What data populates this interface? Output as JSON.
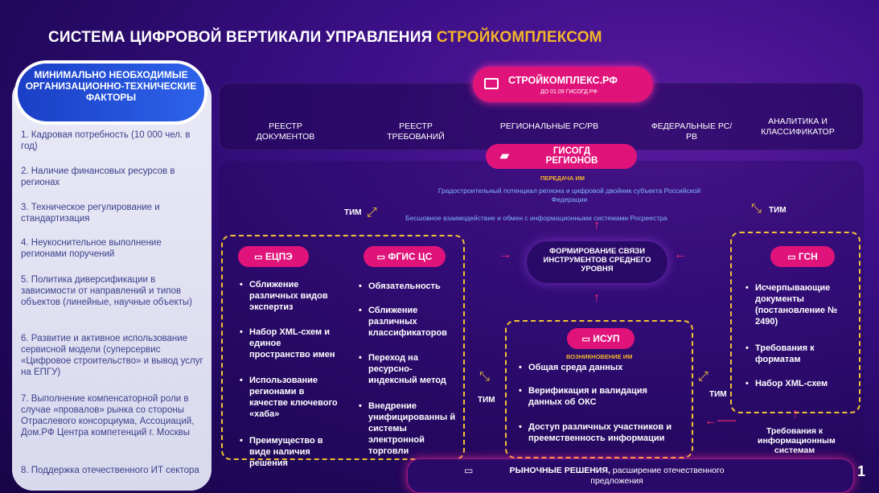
{
  "title": {
    "main": "СИСТЕМА ЦИФРОВОЙ ВЕРТИКАЛИ УПРАВЛЕНИЯ",
    "accent": "СТРОЙКОМПЛЕКСОМ"
  },
  "left": {
    "header": "МИНИМАЛЬНО НЕОБХОДИМЫЕ ОРГАНИЗАЦИОННО-ТЕХНИЧЕСКИЕ ФАКТОРЫ",
    "items": [
      "1. Кадровая потребность (10 000 чел. в год)",
      "2. Наличие финансовых ресурсов в регионах",
      "3. Техническое регулирование и стандартизация",
      "4. Неукоснительное выполнение регионами поручений",
      "5. Политика диверсификации в зависимости  от направлений и типов объектов (линейные, научные объекты)",
      "6. Развитие и активное использование сервисной модели (суперсервис «Цифровое строительство» и вывод услуг на ЕПГУ)",
      "7. Выполнение компенсаторной роли в случае «провалов» рынка  со стороны Отраслевого консорциума, Ассоциаций, Дом.РФ Центра компетенций г. Москвы",
      "8. Поддержка отечественного ИТ сектора"
    ]
  },
  "stroy": {
    "title": "СТРОЙКОМПЛЕКС.РФ",
    "sub": "ДО 01.09 ГИСОГД РФ"
  },
  "toprow": [
    "РЕЕСТР ДОКУМЕНТОВ",
    "РЕЕСТР ТРЕБОВАНИЙ",
    "РЕГИОНАЛЬНЫЕ РС/РВ",
    "ФЕДЕРАЛЬНЫЕ РС/РВ",
    "АНАЛИТИКА И КЛАССИФИКАТОР"
  ],
  "gisogd": "ГИСОГД РЕГИОНОВ",
  "transfer": {
    "label": "ПЕРЕДАЧА ИМ",
    "b1": "Градостроительный потенциал региона и цифровой двойник субъекта Российской Федерации",
    "b2": "Бесшовное взаимодействие и обмен с информационными системами Росреестра"
  },
  "center": "ФОРМИРОВАНИЕ СВЯЗИ ИНСТРУМЕНТОВ СРЕДНЕГО УРОВНЯ",
  "tim": "ТИМ",
  "ecpe": {
    "name": "ЕЦПЭ",
    "items": [
      "Сближение различных видов экспертиз",
      "Набор XML-схем и единое пространство имен",
      "Использование регионами в качестве ключевого «хаба»",
      "Преимущество в виде наличия решения"
    ]
  },
  "fgis": {
    "name": "ФГИС ЦС",
    "items": [
      "Обязательность",
      "Сближение различных классификаторов",
      "Переход на ресурсно-индексный метод",
      "Внедрение унифицированны й системы электронной торговли"
    ]
  },
  "isup": {
    "name": "ИСУП",
    "label": "ВОЗНИКНОВЕНИЕ ИМ",
    "items": [
      "Общая среда данных",
      "Верификация и валидация данных об ОКС",
      "Доступ различных участников и преемственность информации"
    ]
  },
  "gsn": {
    "name": "ГСН",
    "items": [
      "Исчерпывающие документы (постановление № 2490)",
      "Требования к форматам",
      "Набор XML-схем"
    ]
  },
  "treb": "Требования к информационным системам",
  "market": {
    "bold": "РЫНОЧНЫЕ РЕШЕНИЯ,",
    "rest": " расширение отечественного предложения"
  },
  "page": "1"
}
